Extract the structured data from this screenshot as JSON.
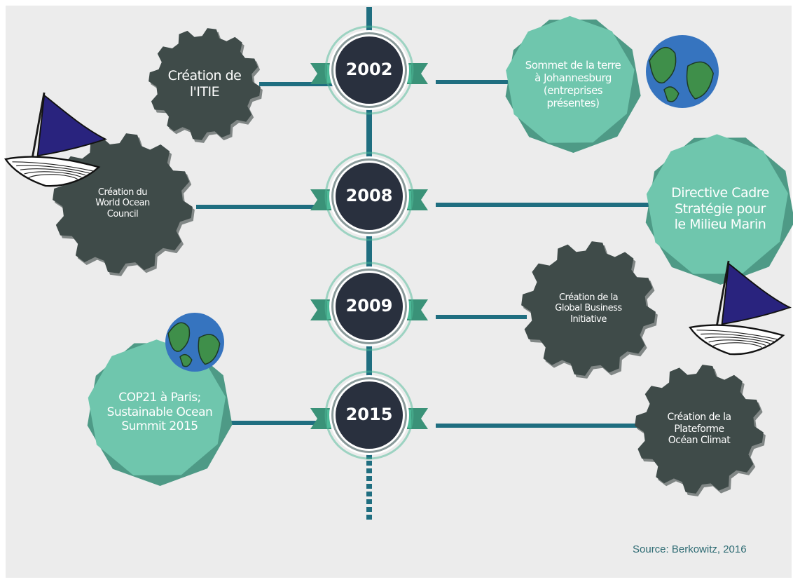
{
  "years": [
    {
      "label": "2002"
    },
    {
      "label": "2008"
    },
    {
      "label": "2009"
    },
    {
      "label": "2015"
    }
  ],
  "events": [
    {
      "text": "Création de\nl'ITIE",
      "year": "2002",
      "side": "left",
      "style": "dark"
    },
    {
      "text": "Sommet de la terre\nà Johannesburg\n(entreprises\nprésentes)",
      "year": "2002",
      "side": "right",
      "style": "teal"
    },
    {
      "text": "Création du\nWorld Ocean\nCouncil",
      "year": "2008",
      "side": "left",
      "style": "dark"
    },
    {
      "text": "Directive Cadre\nStratégie pour\nle Milieu Marin",
      "year": "2008",
      "side": "right",
      "style": "teal"
    },
    {
      "text": "Création de la\nGlobal Business\nInitiative",
      "year": "2009",
      "side": "right",
      "style": "dark"
    },
    {
      "text": "COP21 à Paris;\nSustainable Ocean\nSummit 2015",
      "year": "2015",
      "side": "left",
      "style": "teal"
    },
    {
      "text": "Création de la\nPlateforme\nOcéan Climat",
      "year": "2015",
      "side": "right",
      "style": "dark"
    }
  ],
  "source": "Source: Berkowitz, 2016",
  "colors": {
    "background": "#ececec",
    "dark_gear": "#3f4b49",
    "dark_gear_shadow": "#3a4543",
    "teal": "#6fc6ad",
    "teal_shadow": "#4e9a86",
    "line": "#1f6e80",
    "ribbon": "#4dba98",
    "ribbon_dark": "#3a9278",
    "badge": "#29303e",
    "sail": "#29237e"
  },
  "decorations": [
    "globe-icon",
    "globe-icon",
    "sailboat-icon",
    "sailboat-icon"
  ]
}
